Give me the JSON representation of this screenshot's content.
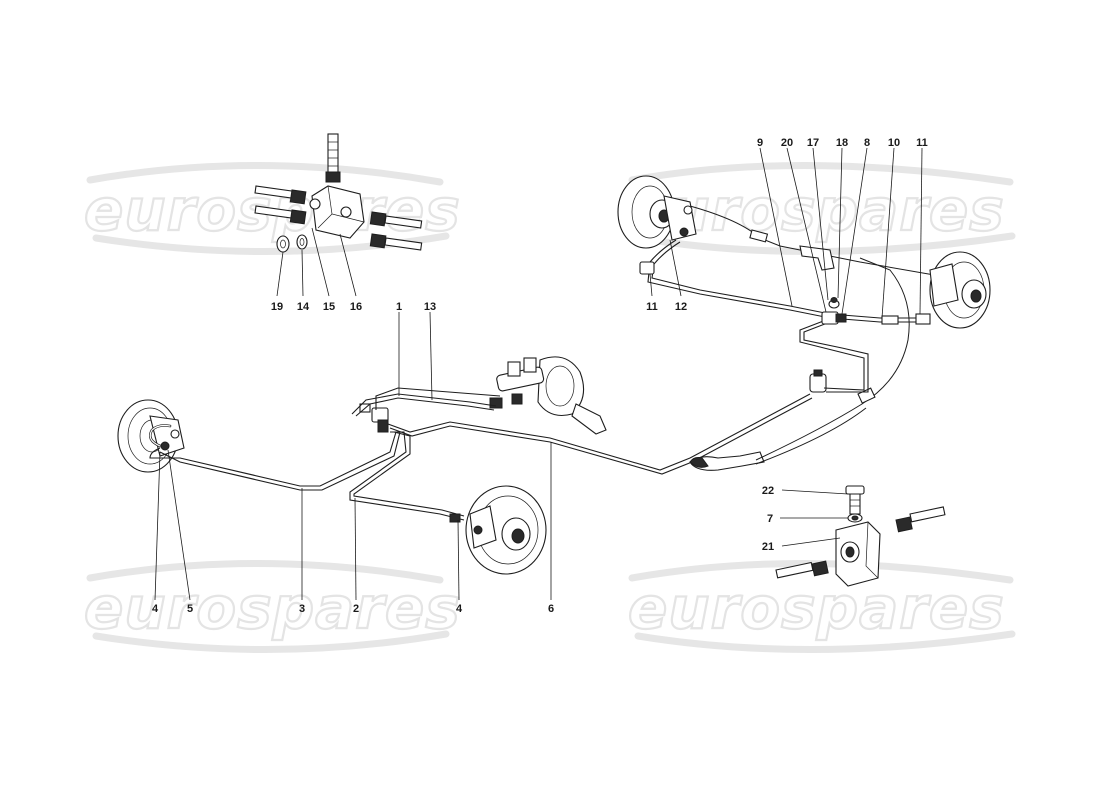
{
  "watermark": {
    "text": "eurospares"
  },
  "callouts": [
    {
      "id": "c19",
      "text": "19"
    },
    {
      "id": "c14",
      "text": "14"
    },
    {
      "id": "c15",
      "text": "15"
    },
    {
      "id": "c16",
      "text": "16"
    },
    {
      "id": "c1",
      "text": "1"
    },
    {
      "id": "c13",
      "text": "13"
    },
    {
      "id": "c4a",
      "text": "4"
    },
    {
      "id": "c5",
      "text": "5"
    },
    {
      "id": "c3",
      "text": "3"
    },
    {
      "id": "c2",
      "text": "2"
    },
    {
      "id": "c4b",
      "text": "4"
    },
    {
      "id": "c6",
      "text": "6"
    },
    {
      "id": "c9",
      "text": "9"
    },
    {
      "id": "c20",
      "text": "20"
    },
    {
      "id": "c17",
      "text": "17"
    },
    {
      "id": "c18",
      "text": "18"
    },
    {
      "id": "c8",
      "text": "8"
    },
    {
      "id": "c10",
      "text": "10"
    },
    {
      "id": "c11a",
      "text": "11"
    },
    {
      "id": "c11b",
      "text": "11"
    },
    {
      "id": "c12",
      "text": "12"
    },
    {
      "id": "c22",
      "text": "22"
    },
    {
      "id": "c7",
      "text": "7"
    },
    {
      "id": "c21",
      "text": "21"
    }
  ]
}
